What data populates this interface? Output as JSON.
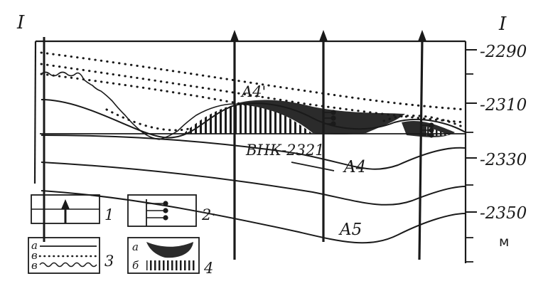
{
  "section": {
    "left_mark": "I",
    "right_mark": "I",
    "depth_ticks": [
      "-2290",
      "-2310",
      "-2330",
      "-2350"
    ],
    "depth_unit": "м"
  },
  "horizons": {
    "a4_prime": "A4'",
    "a4": "A4",
    "a5": "A5",
    "contact": "ВНК-2321"
  },
  "legend": {
    "item1": "1",
    "item2": "2·",
    "item3": "3",
    "item3_sub_a": "а",
    "item3_sub_b": "в",
    "item3_sub_c": "в",
    "item4": "4",
    "item4_sub_a": "а",
    "item4_sub_b": "б"
  }
}
